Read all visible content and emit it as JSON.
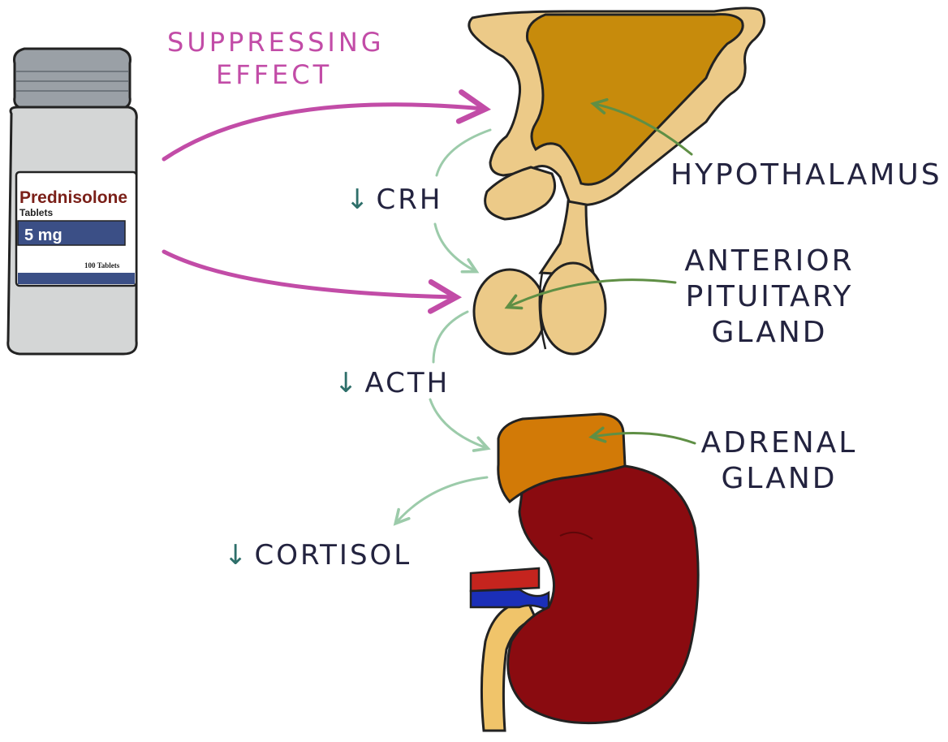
{
  "bottle": {
    "drug_name": "Prednisolone",
    "form": "Tablets",
    "dose": "5 mg",
    "count": "100 Tablets"
  },
  "suppress": {
    "line1": "SUPPRESSING",
    "line2": "EFFECT"
  },
  "labels": {
    "hypothalamus": "HYPOTHALAMUS",
    "pituitary_line1": "ANTERIOR",
    "pituitary_line2": "PITUITARY",
    "pituitary_line3": "GLAND",
    "adrenal_line1": "ADRENAL",
    "adrenal_line2": "GLAND"
  },
  "hormones": {
    "arrow": "↓",
    "crh": "CRH",
    "acth": "ACTH",
    "cortisol": "CORTISOL"
  },
  "colors": {
    "suppress": "#c24ca7",
    "label_text": "#23233f",
    "pointer": "#5f8f45",
    "flow_arrow": "#9ccbaa",
    "hypothalamus": "#c78b0c",
    "pituitary": "#ecca88",
    "kidney": "#8a0b10",
    "adrenal": "#d27a07"
  }
}
